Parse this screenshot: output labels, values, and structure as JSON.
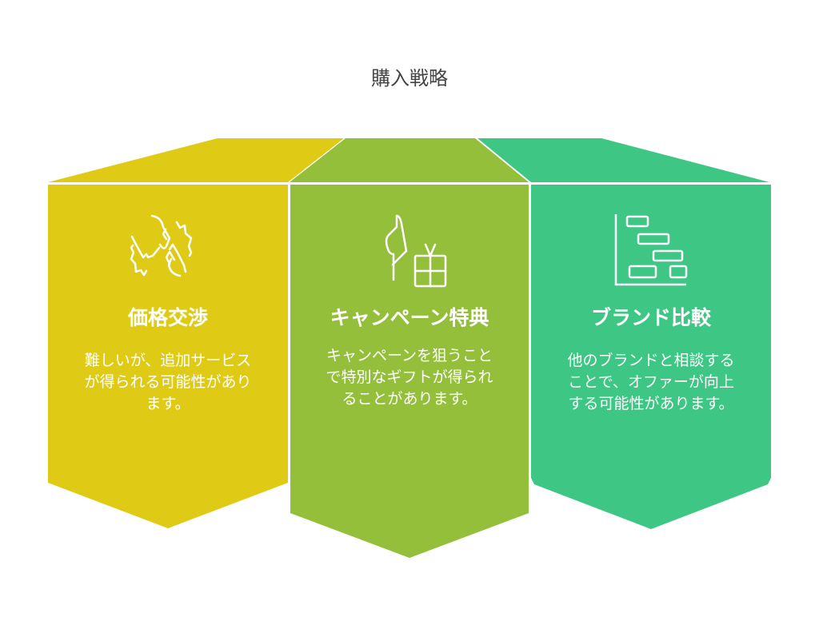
{
  "title": "購入戦略",
  "colors": {
    "yellow": "#DFCB16",
    "green": "#94BF3A",
    "teal": "#3DC684"
  },
  "cards": [
    {
      "heading": "価格交渉",
      "description": "難しいが、追加サービスが得られる可能性があります。",
      "icon": "handshake-icon"
    },
    {
      "heading": "キャンペーン特典",
      "description": "キャンペーンを狙うことで特別なギフトが得られることがあります。",
      "icon": "tag-gift-icon"
    },
    {
      "heading": "ブランド比較",
      "description": "他のブランドと相談することで、オファーが向上する可能性があります。",
      "icon": "bar-comparison-icon"
    }
  ]
}
